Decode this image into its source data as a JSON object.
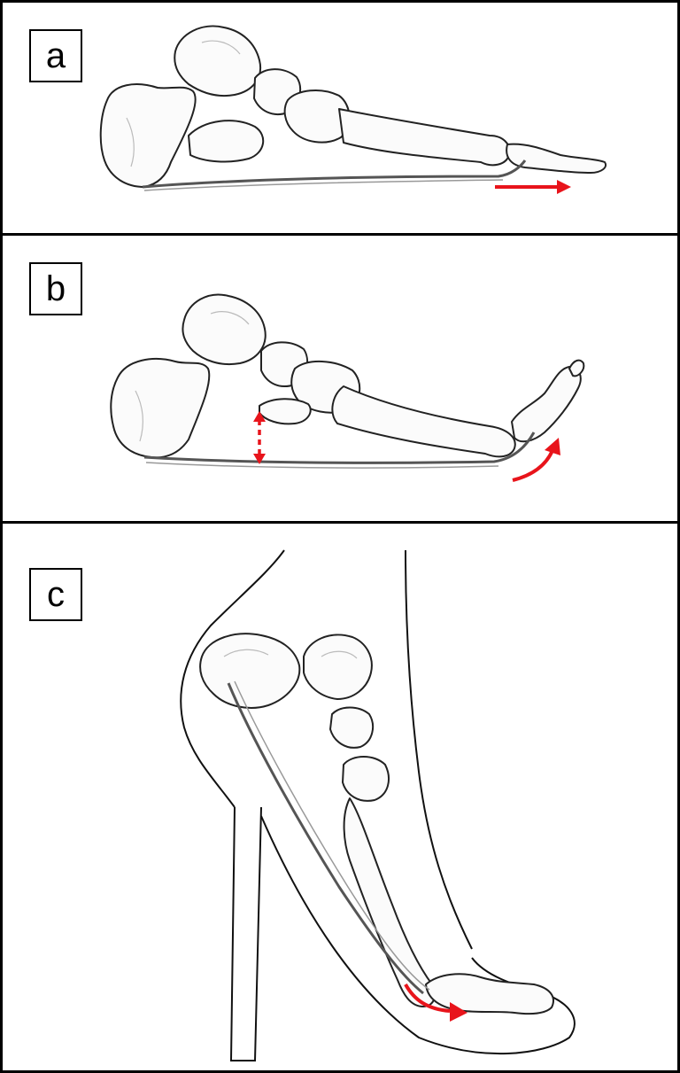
{
  "panels": [
    {
      "label": "a",
      "arrow": "horizontal-forward"
    },
    {
      "label": "b",
      "arrow": "curved-upward-toe-extension",
      "arch_indicator": "dashed-double-arrow"
    },
    {
      "label": "c",
      "arrow": "curved-forward-toe"
    }
  ],
  "colors": {
    "arrow": "#e8141b",
    "line": "#111111",
    "border": "#000000",
    "background": "#ffffff"
  }
}
